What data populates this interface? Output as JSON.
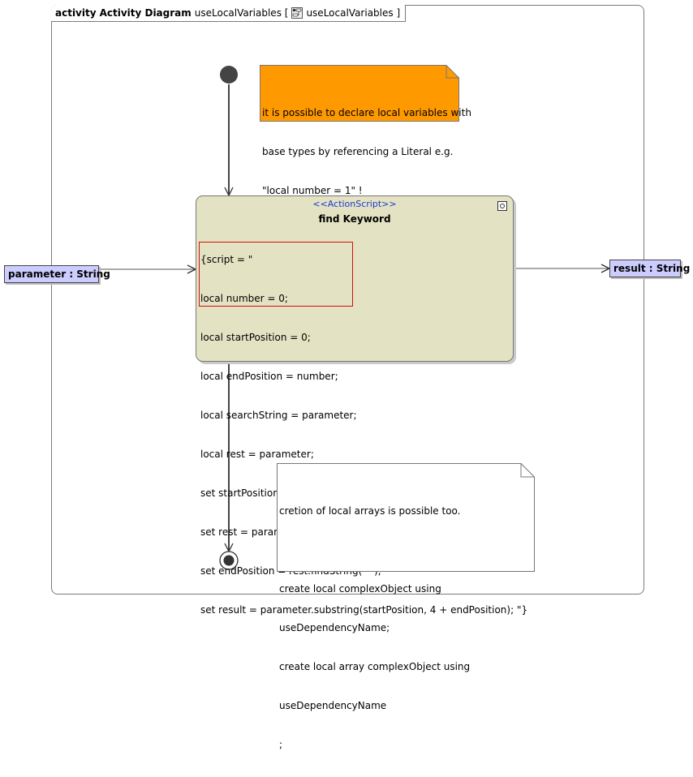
{
  "frame": {
    "kind": "activity",
    "type": "Activity Diagram",
    "name": "useLocalVariables [",
    "diagram_icon": "activity-diagram-icon",
    "ref_name": "useLocalVariables ]"
  },
  "note_top": {
    "lines": [
      "it is possible to declare local variables with",
      "base types by referencing a Literal e.g.",
      "\"local number = 1\" !"
    ],
    "fill": "#ff9900"
  },
  "action": {
    "stereotype": "<<ActionScript>>",
    "name": "find Keyword",
    "fill": "#e3e3c3",
    "code_lines": [
      "{script = \"",
      "local number = 0;",
      "local startPosition = 0;",
      "local endPosition = number;",
      "local searchString = parameter;",
      "local rest = parameter;",
      "set startPosition = searchString.findString(\"E2E\");",
      "set rest = parameter.substring((startPosition + 4), 50);",
      "set endPosition = rest.findString(\" \");",
      "set result = parameter.substring(startPosition, 4 + endPosition); \"}"
    ],
    "highlight_color": "#d01010"
  },
  "parameter_pin": {
    "label": "parameter : String",
    "fill": "#ccccff"
  },
  "result_pin": {
    "label": "result : String",
    "fill": "#ccccff"
  },
  "note_bottom": {
    "lines": [
      "cretion of local arrays is possible too.",
      "",
      "create local complexObject using",
      "useDependencyName;",
      "create local array complexObject using",
      "useDependencyName",
      ";"
    ],
    "fill": "#ffffff"
  }
}
